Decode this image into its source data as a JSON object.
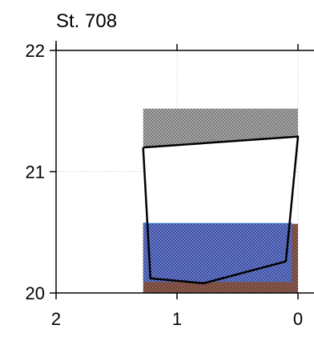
{
  "chart_data": {
    "type": "area",
    "title": "St. 708",
    "xlabel": "",
    "ylabel": "",
    "xlim": [
      2,
      0
    ],
    "ylim": [
      20,
      22
    ],
    "x_ticks": [
      2,
      1,
      0
    ],
    "y_ticks": [
      20,
      21,
      22
    ],
    "x_tick_labels": [
      "2",
      "1",
      "0"
    ],
    "y_tick_labels": [
      "20",
      "21",
      "22"
    ],
    "grid": true,
    "regions": [
      {
        "kind": "sediment",
        "x": [
          1.28,
          0.0
        ],
        "y": [
          20.0,
          20.57
        ],
        "color": "#7a4a3d",
        "pattern": "stipple"
      },
      {
        "kind": "water",
        "x": [
          1.28,
          0.05
        ],
        "y": [
          20.09,
          20.57
        ],
        "color": "#3a4fae",
        "pattern": "stipple"
      },
      {
        "kind": "water-surface",
        "x": [
          1.28,
          0.05
        ],
        "y": 20.57,
        "color": "#2f7fd4"
      },
      {
        "kind": "gray-band",
        "x": [
          1.28,
          0.0
        ],
        "y": [
          21.2,
          21.52
        ],
        "color": "#8c8c8c",
        "pattern": "stipple"
      }
    ],
    "profile": {
      "x": [
        1.28,
        1.22,
        0.78,
        0.1,
        0.0,
        1.28
      ],
      "y": [
        21.2,
        20.12,
        20.08,
        20.26,
        21.29,
        21.2
      ]
    }
  }
}
